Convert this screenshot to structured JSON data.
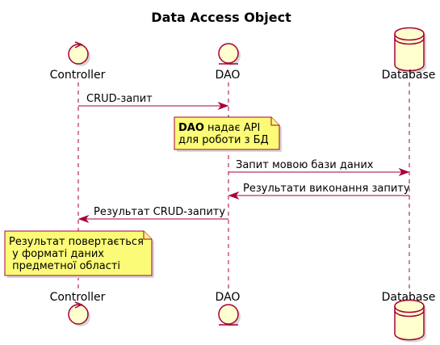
{
  "diagram": {
    "title": "Data Access Object",
    "participants": [
      {
        "id": "controller",
        "label": "Controller",
        "kind": "control-icon"
      },
      {
        "id": "dao",
        "label": "DAO",
        "kind": "entity-icon"
      },
      {
        "id": "database",
        "label": "Database",
        "kind": "database-icon"
      }
    ],
    "messages": [
      {
        "from": "controller",
        "to": "dao",
        "text": "CRUD-запит"
      },
      {
        "from": "dao",
        "to": "database",
        "text": "Запит мовою бази даних"
      },
      {
        "from": "database",
        "to": "dao",
        "text": "Результати виконання запиту"
      },
      {
        "from": "dao",
        "to": "controller",
        "text": "Результат CRUD-запиту"
      }
    ],
    "notes": [
      {
        "over": "dao",
        "bold_prefix": "DAO",
        "line1_rest": " надає API",
        "line2": "для роботи з БД"
      },
      {
        "over": "controller",
        "line1": "Результат повертається",
        "line2": " у форматі даних",
        "line3": " предметної області"
      }
    ],
    "colors": {
      "accent": "#A80036",
      "participant_fill": "#FEFECE",
      "note_fill": "#FBFB77"
    }
  }
}
